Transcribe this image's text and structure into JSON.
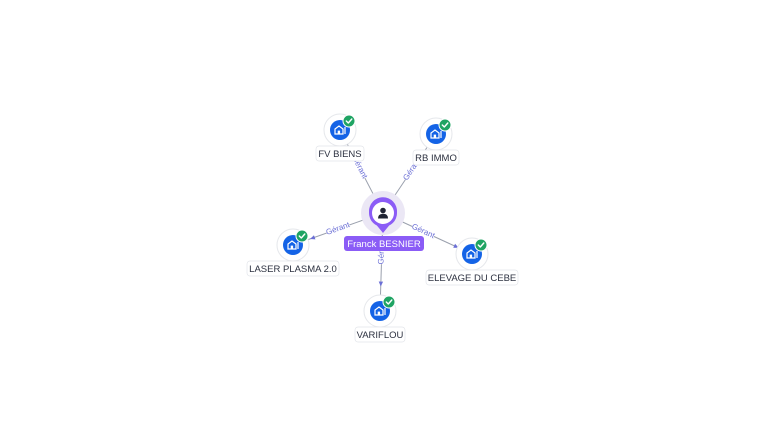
{
  "center": {
    "label": "Franck BESNIER",
    "icon": "person-icon",
    "color": "#8b5cf6"
  },
  "companies": [
    {
      "id": "fv-biens",
      "label": "FV BIENS",
      "relation": "Gérant",
      "verified": true
    },
    {
      "id": "rb-immo",
      "label": "RB IMMO",
      "relation": "Gérant",
      "verified": true
    },
    {
      "id": "laser-plasma",
      "label": "LASER PLASMA 2.0",
      "relation": "Gérant",
      "verified": true
    },
    {
      "id": "elevage-du-cebe",
      "label": "ELEVAGE DU CEBE",
      "relation": "Gérant",
      "verified": true
    },
    {
      "id": "variflou",
      "label": "VARIFLOU",
      "relation": "Gérant",
      "verified": true
    }
  ],
  "icons": {
    "company": "building-icon",
    "verified": "check-badge-icon"
  },
  "colors": {
    "company_fill": "#1463e6",
    "verified": "#1fa463",
    "center": "#8b5cf6",
    "relation": "#6b6fd6"
  }
}
